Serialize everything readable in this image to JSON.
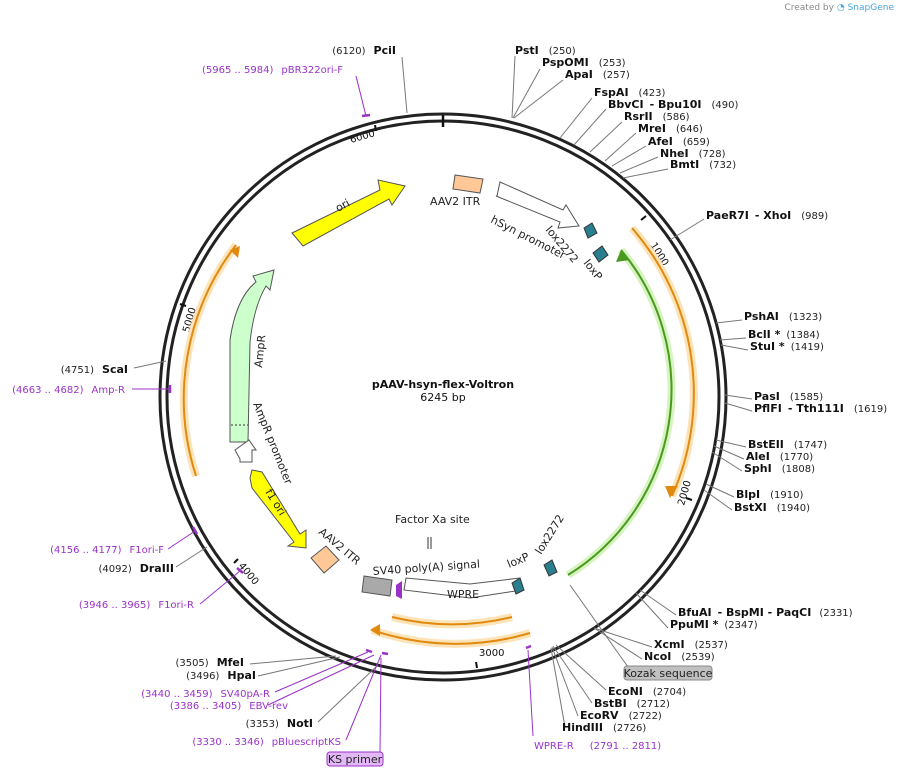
{
  "credit": {
    "prefix": "Created by",
    "brand": "SnapGene"
  },
  "plasmid": {
    "name": "pAAV-hsyn-flex-Voltron",
    "size": "6245 bp"
  },
  "ticks": [
    "1000",
    "2000",
    "3000",
    "4000",
    "5000",
    "6000"
  ],
  "features": {
    "itr_top": "AAV2 ITR",
    "hsyn": "hSyn promoter",
    "lox2272_top": "lox2272",
    "loxp_top": "loxP",
    "ori": "ori",
    "ampr": "AmpR",
    "ampr_promoter": "AmpR promoter",
    "f1ori": "f1 ori",
    "itr_bottom": "AAV2 ITR",
    "factor_xa": "Factor Xa site",
    "sv40": "SV40 poly(A) signal",
    "wpre": "WPRE",
    "loxp_bottom": "loxP",
    "lox2272_bottom": "lox2272"
  },
  "boxes": {
    "kozak": "Kozak sequence",
    "ks_primer": "KS primer"
  },
  "enzymes_right": [
    {
      "name": "PstI",
      "pos": "(250)"
    },
    {
      "name": "PspOMI",
      "pos": "(253)"
    },
    {
      "name": "ApaI",
      "pos": "(257)"
    },
    {
      "name": "FspAI",
      "pos": "(423)"
    },
    {
      "name": "BbvCI",
      "extra": "- Bpu10I",
      "pos": "(490)"
    },
    {
      "name": "RsrII",
      "pos": "(586)"
    },
    {
      "name": "MreI",
      "pos": "(646)"
    },
    {
      "name": "AfeI",
      "pos": "(659)"
    },
    {
      "name": "NheI",
      "pos": "(728)"
    },
    {
      "name": "BmtI",
      "pos": "(732)"
    },
    {
      "name": "PaeR7I",
      "extra": "- XhoI",
      "pos": "(989)"
    },
    {
      "name": "PshAI",
      "pos": "(1323)"
    },
    {
      "name": "BclI *",
      "pos": "(1384)"
    },
    {
      "name": "StuI *",
      "pos": "(1419)"
    },
    {
      "name": "PasI",
      "pos": "(1585)"
    },
    {
      "name": "PflFI",
      "extra": "- Tth111I",
      "pos": "(1619)"
    },
    {
      "name": "BstEII",
      "pos": "(1747)"
    },
    {
      "name": "AleI",
      "pos": "(1770)"
    },
    {
      "name": "SphI",
      "pos": "(1808)"
    },
    {
      "name": "BlpI",
      "pos": "(1910)"
    },
    {
      "name": "BstXI",
      "pos": "(1940)"
    },
    {
      "name": "BfuAI",
      "extra": "- BspMI - PaqCI",
      "pos": "(2331)"
    },
    {
      "name": "PpuMI *",
      "pos": "(2347)"
    },
    {
      "name": "XcmI",
      "pos": "(2537)"
    },
    {
      "name": "NcoI",
      "pos": "(2539)"
    },
    {
      "name": "EcoNI",
      "pos": "(2704)"
    },
    {
      "name": "BstBI",
      "pos": "(2712)"
    },
    {
      "name": "EcoRV",
      "pos": "(2722)"
    },
    {
      "name": "HindIII",
      "pos": "(2726)"
    }
  ],
  "enzymes_left": [
    {
      "name": "PciI",
      "pos": "(6120)"
    },
    {
      "name": "ScaI",
      "pos": "(4751)"
    },
    {
      "name": "DraIII",
      "pos": "(4092)"
    },
    {
      "name": "MfeI",
      "pos": "(3505)"
    },
    {
      "name": "HpaI",
      "pos": "(3496)"
    },
    {
      "name": "NotI",
      "pos": "(3353)"
    }
  ],
  "primers": [
    {
      "name": "pBR322ori-F",
      "range": "(5965 .. 5984)"
    },
    {
      "name": "Amp-R",
      "range": "(4663 .. 4682)"
    },
    {
      "name": "F1ori-F",
      "range": "(4156 .. 4177)"
    },
    {
      "name": "F1ori-R",
      "range": "(3946 .. 3965)"
    },
    {
      "name": "SV40pA-R",
      "range": "(3440 .. 3459)"
    },
    {
      "name": "EBV-rev",
      "range": "(3386 .. 3405)"
    },
    {
      "name": "pBluescriptKS",
      "range": "(3330 .. 3346)"
    },
    {
      "name": "WPRE-R",
      "range": "(2791 .. 2811)"
    }
  ],
  "colors": {
    "backbone": "#222222",
    "ori": "#ffff00",
    "ampr": "#ccffcc",
    "itr": "#ffc896",
    "lox": "#2a7f8f",
    "orf": "#f0b060",
    "orf_glow": "#fde3b8",
    "insert": "#4a9a20",
    "primer": "#9a32c8",
    "kozak": "#c0c0c0",
    "ks": "#e3b8f6"
  }
}
